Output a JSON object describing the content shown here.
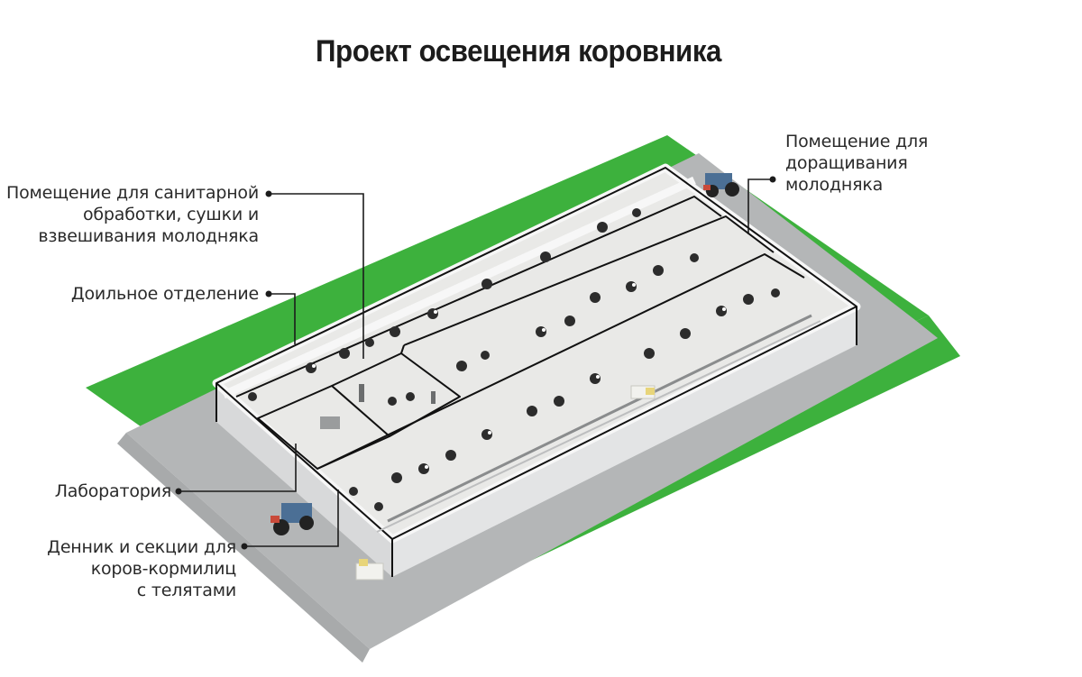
{
  "title": "Проект освещения коровника",
  "labels": {
    "sanitary": [
      "Помещение для санитарной",
      "обработки, сушки и",
      "взвешивания молодняка"
    ],
    "milking": [
      "Доильное отделение"
    ],
    "laboratory": [
      "Лаборатория"
    ],
    "stalls": [
      "Денник и секции для",
      "коров-кормилиц",
      "с телятами"
    ],
    "young": [
      "Помещение для",
      "доращивания",
      "молодняка"
    ]
  },
  "colors": {
    "grass": "#3db13d",
    "pavement": "#b4b6b7",
    "wall": "#f7f7f7",
    "wall_shadow": "#d8d9da",
    "floor": "#e9e9e7",
    "outline": "#111111",
    "tractor": "#4b6f95"
  }
}
